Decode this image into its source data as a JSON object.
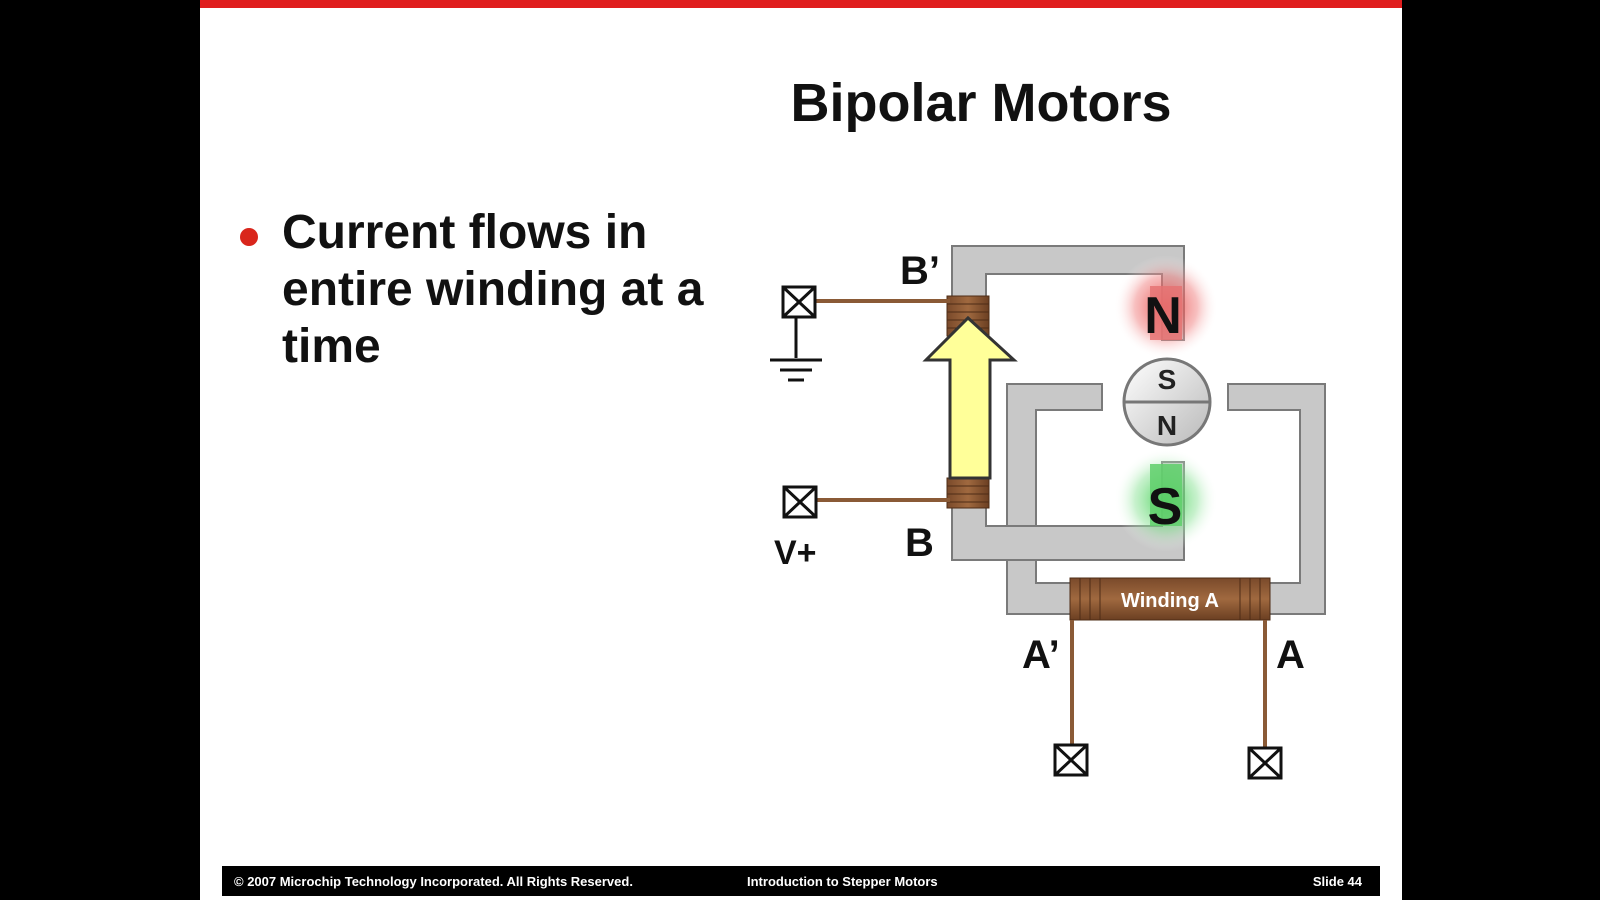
{
  "slide": {
    "title": "Bipolar Motors",
    "bullet": "Current flows in entire winding at a time",
    "accent_color": "#e01e1e"
  },
  "diagram": {
    "labels": {
      "b_prime": "B’",
      "b": "B",
      "a_prime": "A’",
      "a": "A",
      "v_plus": "V+",
      "north_pole": "N",
      "south_pole": "S",
      "rotor_top": "S",
      "rotor_bottom": "N",
      "winding_a": "Winding A"
    },
    "pole_colors": {
      "north_glow": "#e53935",
      "south_glow": "#2ecc40"
    },
    "arrow_color": "#ffff99",
    "icons": [
      "terminal-icon",
      "ground-icon"
    ]
  },
  "footer": {
    "copyright": "© 2007 Microchip Technology Incorporated.  All Rights Reserved.",
    "course": "Introduction to Stepper Motors",
    "slide_number": "Slide 44"
  }
}
